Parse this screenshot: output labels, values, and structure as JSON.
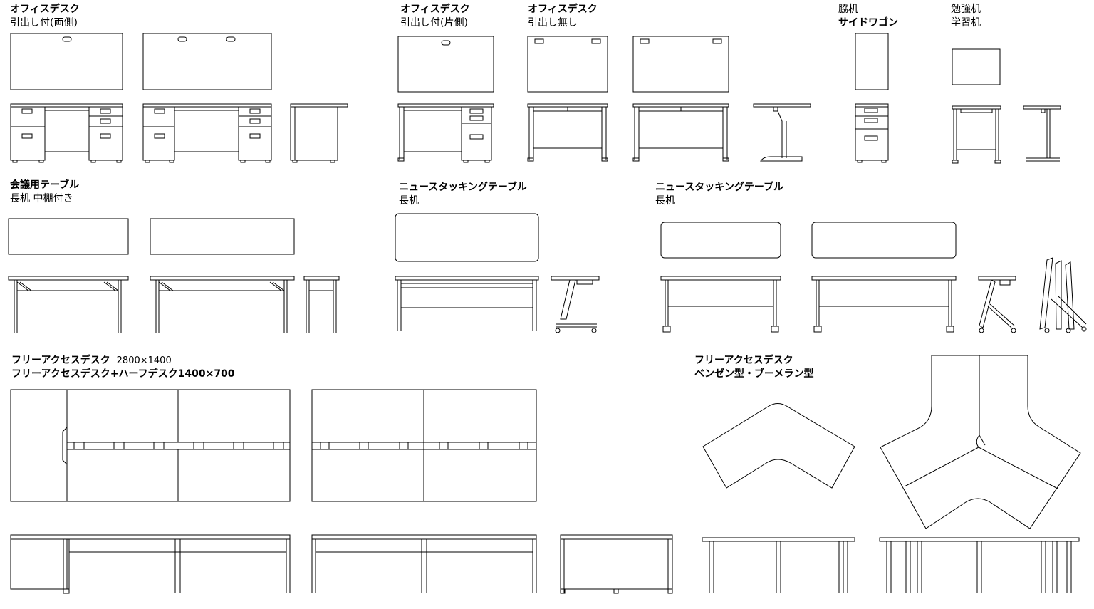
{
  "groups": [
    {
      "key": "office_both",
      "title": "オフィスデスク",
      "subtitle": "引出し付(両側)"
    },
    {
      "key": "office_single",
      "title": "オフィスデスク",
      "subtitle": "引出し付(片側)"
    },
    {
      "key": "office_none",
      "title": "オフィスデスク",
      "subtitle": "引出し無し"
    },
    {
      "key": "side",
      "title": "脇机",
      "subtitle": "サイドワゴン",
      "subtitle_bold": true
    },
    {
      "key": "study",
      "title": "勉強机",
      "subtitle": "学習机"
    },
    {
      "key": "meeting",
      "title": "会議用テーブル",
      "subtitle": "長机 中棚付き"
    },
    {
      "key": "nestA",
      "title": "ニュースタッキングテーブル",
      "subtitle": "長机"
    },
    {
      "key": "nestB",
      "title": "ニュースタッキングテーブル",
      "subtitle": "長机"
    },
    {
      "key": "freeaccess",
      "title": "フリーアクセスデスク",
      "title_extra": "2800×1400",
      "subtitle": "フリーアクセスデスク+ハーフデスク1400×700"
    },
    {
      "key": "benzen",
      "title": "フリーアクセスデスク",
      "subtitle": "ベンゼン型・ブーメラン型"
    }
  ],
  "style": {
    "line_color": "#000000",
    "background": "#ffffff"
  }
}
